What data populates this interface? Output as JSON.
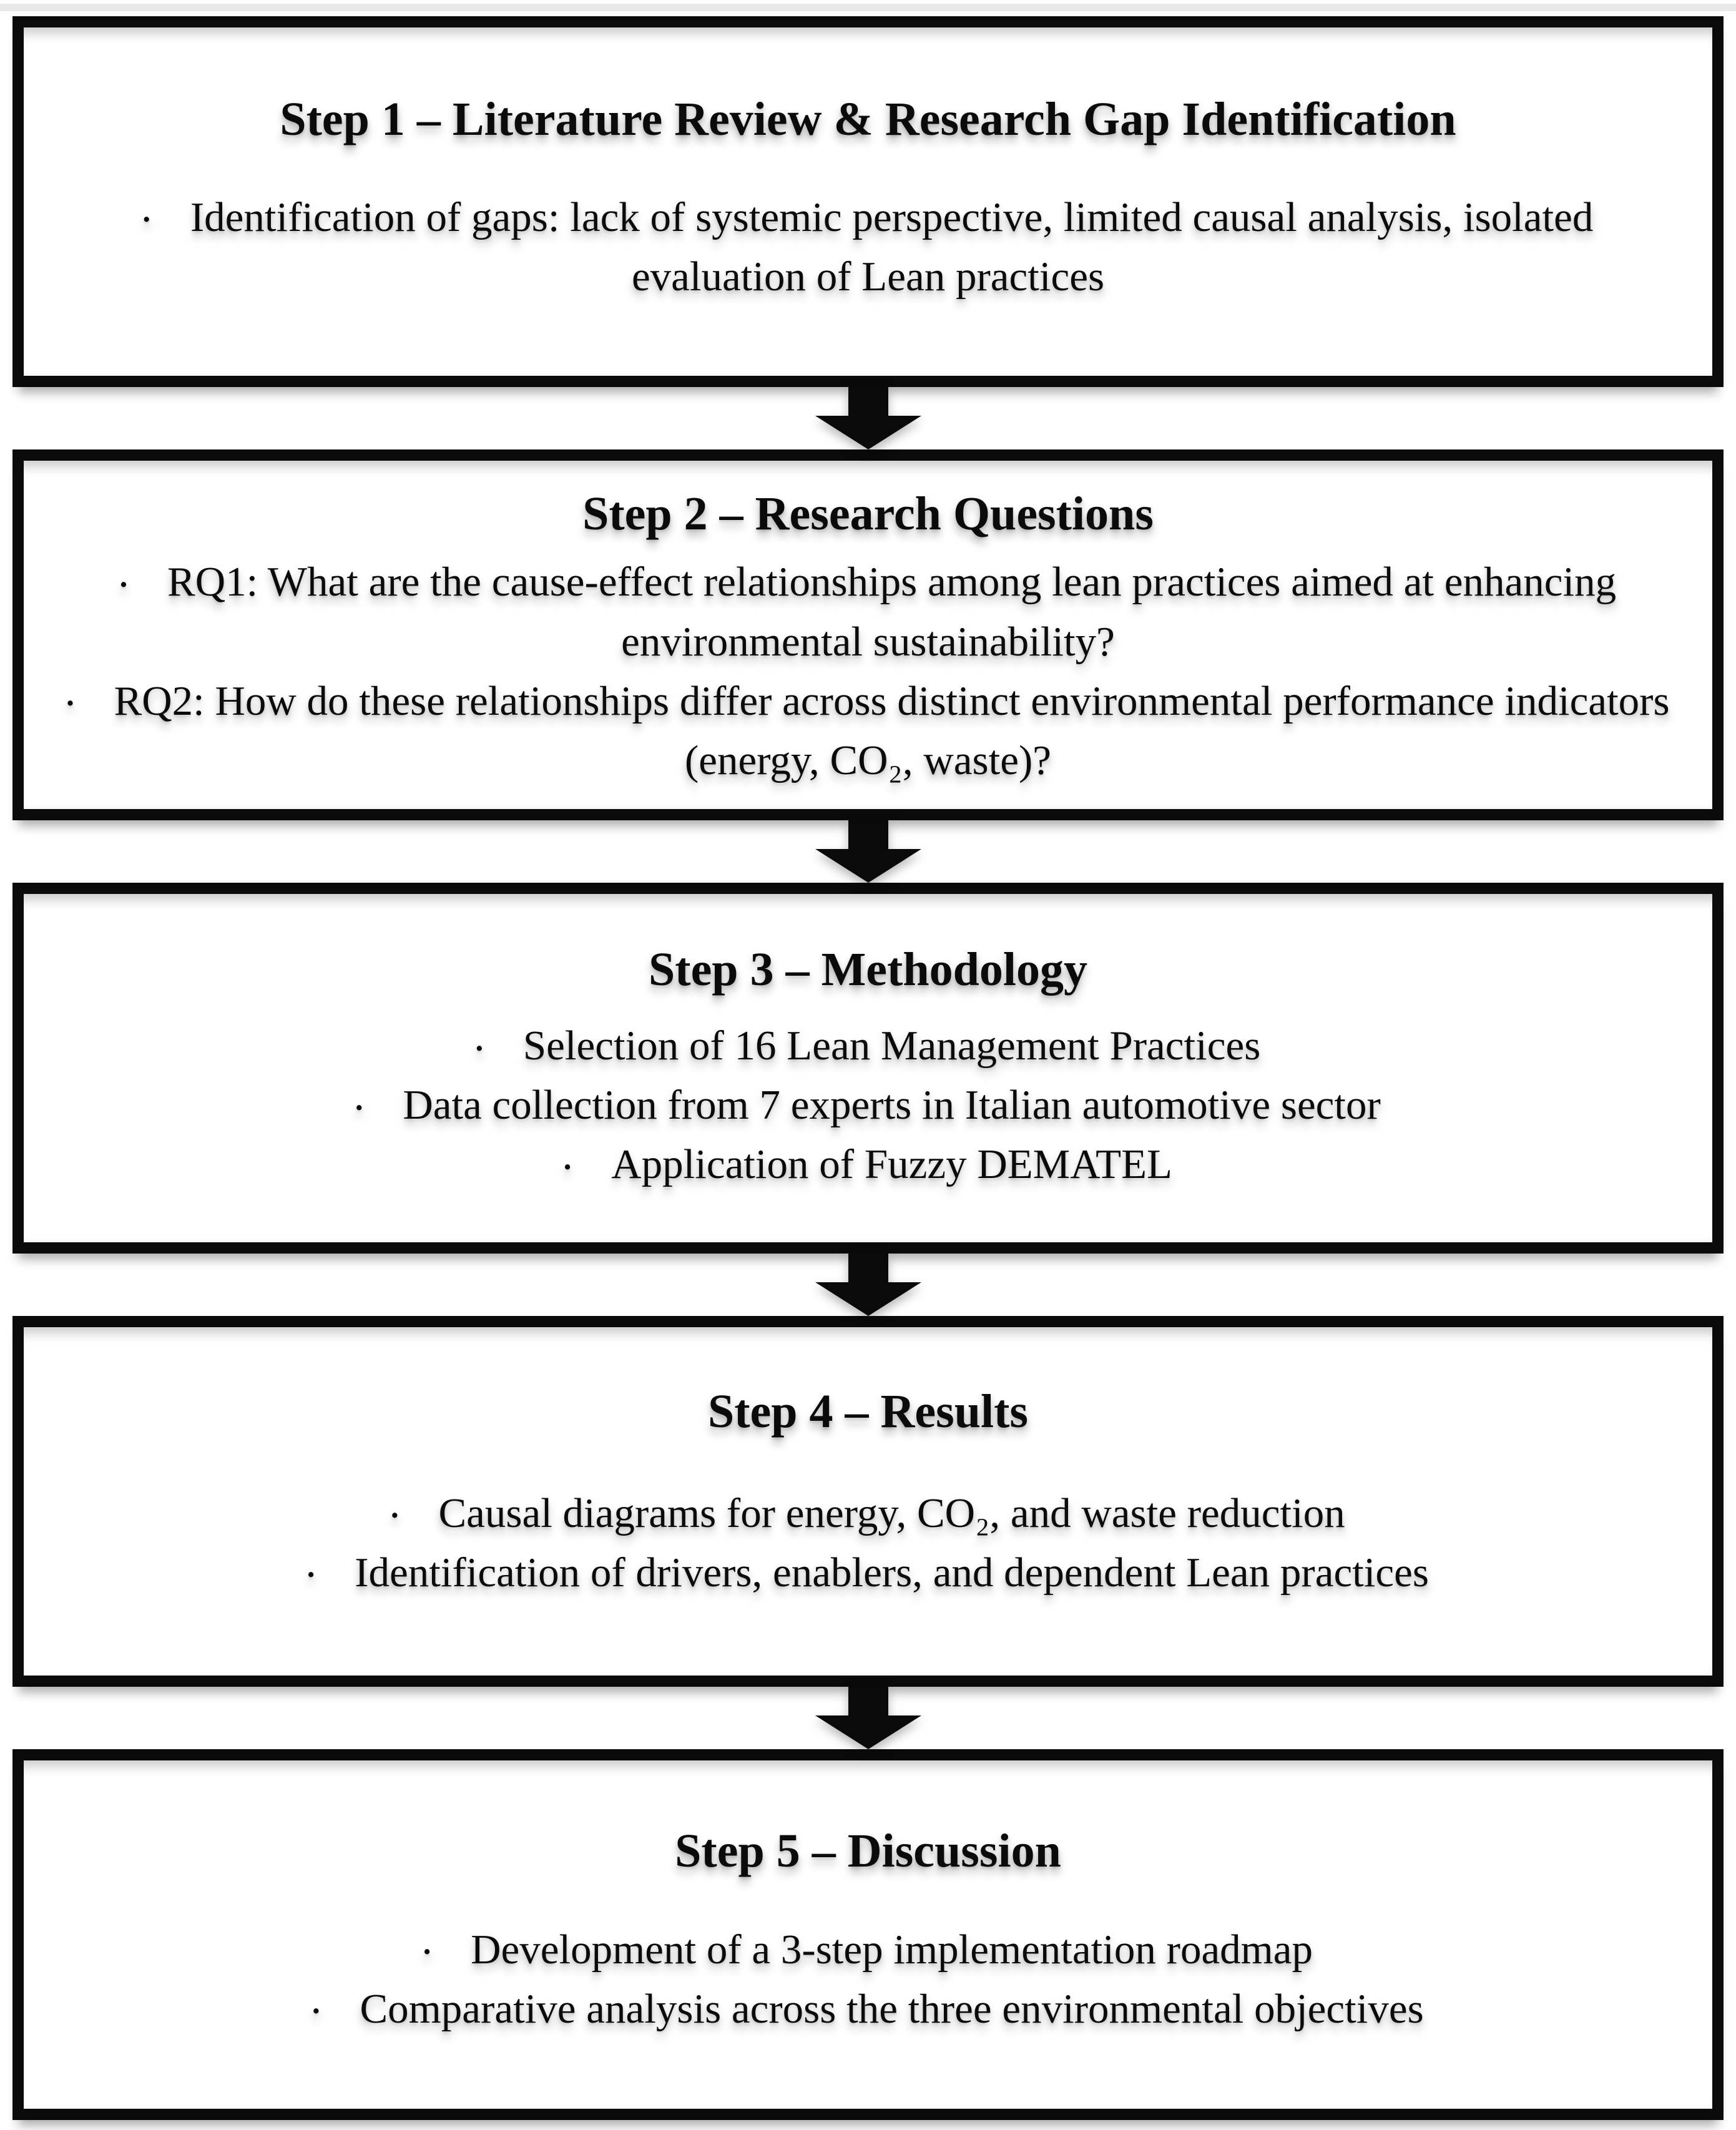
{
  "page": {
    "background_color": "#ffffff",
    "line_color": "#0a0a0a",
    "text_color": "#0b0b0b"
  },
  "flowchart": {
    "bullet_marker": "•",
    "steps": [
      {
        "title": "Step 1 – Literature Review & Research Gap Identification",
        "bullets": [
          "Identification of gaps: lack of systemic perspective, limited causal analysis, isolated evaluation of Lean practices"
        ]
      },
      {
        "title": "Step 2 – Research Questions",
        "bullets": [
          "RQ1: What are the cause-effect relationships among lean practices aimed at enhancing environmental sustainability?",
          "RQ2: How do these relationships differ across distinct environmental performance indicators (energy, CO₂, waste)?"
        ]
      },
      {
        "title": "Step 3 – Methodology",
        "bullets": [
          "Selection of 16 Lean Management Practices",
          "Data collection from 7 experts in Italian automotive sector",
          "Application of Fuzzy DEMATEL"
        ]
      },
      {
        "title": "Step 4 – Results",
        "bullets": [
          "Causal diagrams for energy, CO₂, and waste reduction",
          "Identification of drivers, enablers, and dependent Lean practices"
        ]
      },
      {
        "title": "Step 5 – Discussion",
        "bullets": [
          "Development of a 3-step implementation roadmap",
          "Comparative analysis across the three environmental objectives"
        ]
      }
    ]
  }
}
